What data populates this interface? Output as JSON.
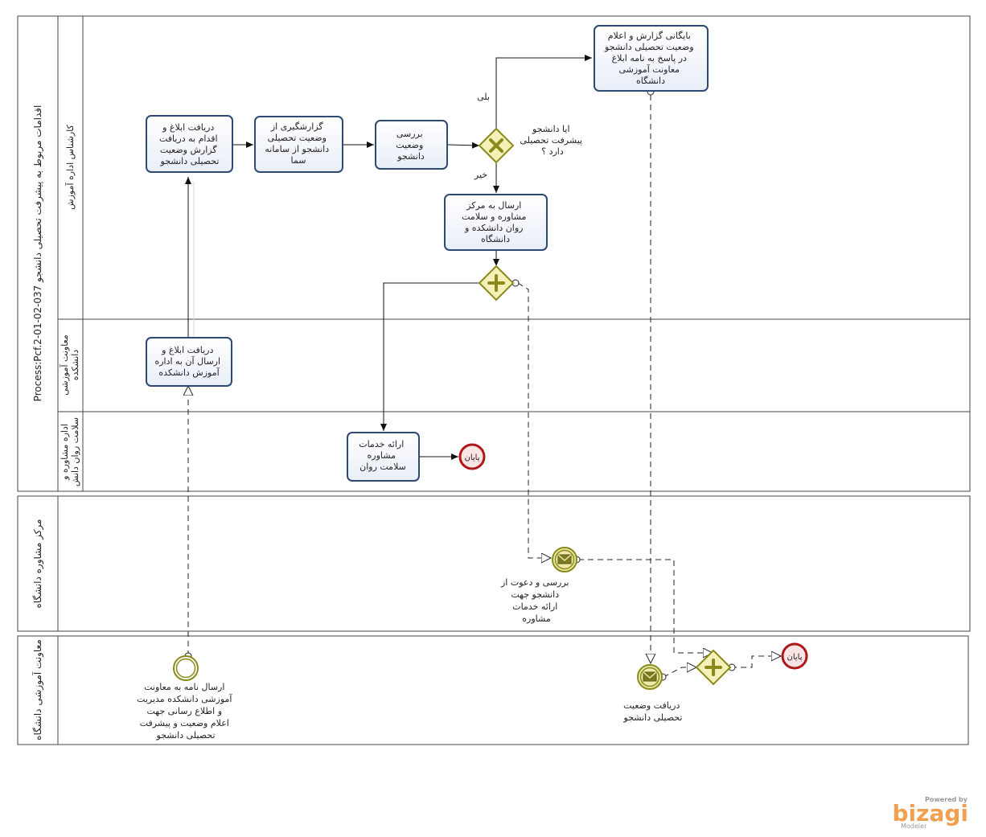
{
  "pool1": {
    "title": "Process:Pcf.2-01-02-037  اقدامات مربوط به پیشرفت تحصیلی دانشجو",
    "lanes": {
      "lane_a": "کارشناس اداره آموزش",
      "lane_b_1": "معاونت آموزشی",
      "lane_b_2": "دانشکده",
      "lane_c_1": "اداره مشاوره و",
      "lane_c_2": "سلامت روان دانش"
    }
  },
  "pool2": {
    "title": "مرکز مشاوره دانشگاه"
  },
  "pool3": {
    "title": "معاونت آموزشی دانشگاه"
  },
  "tasks": {
    "receive_report": [
      "دریافت ابلاغ و",
      "اقدام به دریافت",
      "گزارش وضعیت",
      "تحصیلی دانشجو"
    ],
    "reporting_sama": [
      "گزارشگیری از",
      "وضعیت تحصیلی",
      "دانشجو از سامانه",
      "سما"
    ],
    "review_status": [
      "بررسی",
      "وضعیت",
      "دانشجو"
    ],
    "archive_report": [
      "بایگانی گزارش و اعلام",
      "وضعیت تحصیلی دانشجو",
      "در پاسخ به نامه ابلاغ",
      "معاونت آموزشی",
      "دانشگاه"
    ],
    "send_to_center": [
      "ارسال به مرکز",
      "مشاوره و سلامت",
      "روان دانشکده و",
      "دانشگاه"
    ],
    "receive_forward": [
      "دریافت ابلاغ و",
      "ارسال آن به اداره",
      "آموزش دانشکده"
    ],
    "provide_services": [
      "ارائه خدمات",
      "مشاوره",
      "سلامت روان"
    ]
  },
  "gateway": {
    "question": [
      "ایا دانشجو",
      "پیشرفت تحصیلی",
      "دارد ؟"
    ],
    "yes": "بلی",
    "no": "خیر"
  },
  "events": {
    "end_label": "پایان",
    "review_invite": [
      "بررسی و دعوت از",
      "دانشجو جهت",
      "ارائه خدمات",
      "مشاوره"
    ],
    "receive_status": [
      "دریافت وضعیت",
      "تحصیلی دانشجو"
    ],
    "start_letter": [
      "ارسال نامه به معاونت",
      "آموزشی دانشکده مدیریت",
      "و اطلاع رسانی جهت",
      "اعلام وضعیت و پیشرفت",
      "تحصیلی دانشجو"
    ]
  },
  "branding": {
    "powered": "Powered by",
    "name": "bizagi",
    "product": "Modeler"
  },
  "colors": {
    "task_border": "#2c4a72",
    "task_fill": "#f4f7fc",
    "gateway_fill": "#f4f0b8",
    "gateway_stroke": "#8a8a1a",
    "end_stroke": "#b01818",
    "brand_orange": "#f0a050",
    "brand_gray": "#999999"
  }
}
